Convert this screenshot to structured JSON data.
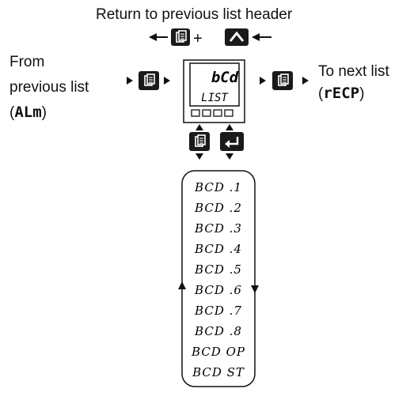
{
  "top_label": "Return to previous list header",
  "left_label": {
    "line1": "From",
    "line2": "previous list",
    "line3_open": "(",
    "line3_code": "ALm",
    "line3_close": ")"
  },
  "right_label": {
    "line1": "To next list",
    "line2_open": "(",
    "line2_code": "rECP",
    "line2_close": ")"
  },
  "plus_sign": "+",
  "display": {
    "top": "bCd",
    "bottom": "LIST"
  },
  "list_items": [
    "BCD .1",
    "BCD .2",
    "BCD .3",
    "BCD .4",
    "BCD .5",
    "BCD .6",
    "BCD .7",
    "BCD .8",
    "BCD OP",
    "BCD ST"
  ],
  "icons": {
    "page_key": "page-key-icon",
    "up_key": "up-arrow-key-icon",
    "enter_key": "enter-key-icon"
  },
  "colors": {
    "ink": "#111111",
    "key": "#1a1a1a",
    "background": "#ffffff"
  }
}
